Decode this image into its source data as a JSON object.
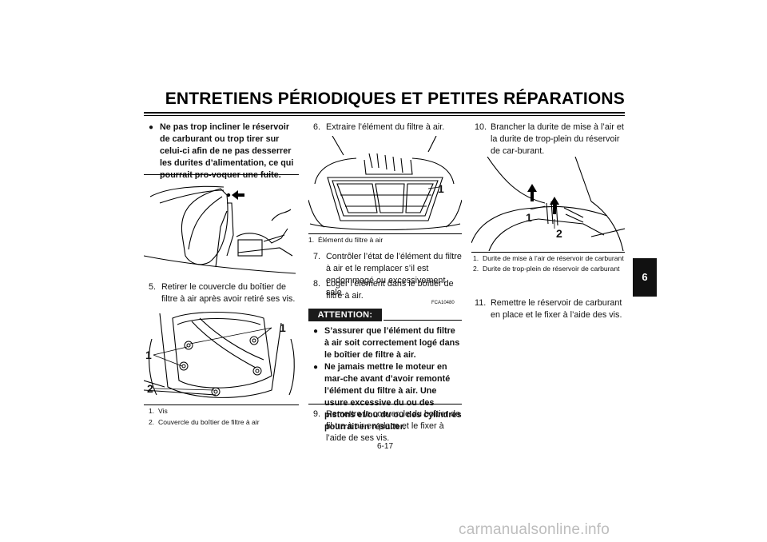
{
  "header": {
    "title": "ENTRETIENS PÉRIODIQUES ET PETITES RÉPARATIONS"
  },
  "warning": {
    "text": "Ne pas trop incliner le réservoir de carburant ou trop tirer sur celui-ci afin de ne pas desserrer les durites d’alimentation, ce qui pourrait pro-voquer une fuite."
  },
  "step5": {
    "num": "5.",
    "text": "Retirer le couvercle du boîtier de filtre à air après avoir retiré ses vis."
  },
  "fig_b": {
    "labels": [
      "1",
      "1",
      "2"
    ],
    "captions": [
      {
        "num": "1.",
        "text": "Vis"
      },
      {
        "num": "2.",
        "text": "Couvercle du boîtier de filtre à air"
      }
    ]
  },
  "step6": {
    "num": "6.",
    "text": "Extraire l’élément du filtre à air."
  },
  "fig_c": {
    "labels": [
      "1"
    ],
    "captions": [
      {
        "num": "1.",
        "text": "Élément du filtre à air"
      }
    ]
  },
  "step7": {
    "num": "7.",
    "text": "Contrôler l’état de l’élément du filtre à air et le remplacer s’il est endommagé ou excessivement sale."
  },
  "step8": {
    "num": "8.",
    "text": "Loger l’élément dans le boîtier de filtre à air."
  },
  "attention": {
    "code": "FCA10480",
    "label": "ATTENTION:",
    "bullets": [
      "S’assurer que l’élément du filtre à air soit correctement logé dans le boîtier de filtre à air.",
      "Ne jamais mettre le moteur en mar-che avant d’avoir remonté l’élément du filtre à air. Une usure excessive du ou des pistons et/ou du ou des cylindres pourrait en résulter."
    ]
  },
  "step9": {
    "num": "9.",
    "text": "Remettre le couvercle du boîtier de fil-tre à air en place et le fixer à l’aide de ses vis."
  },
  "step10": {
    "num": "10.",
    "text": "Brancher la durite de mise à l’air et la durite de trop-plein du réservoir de car-burant."
  },
  "fig_d": {
    "labels": [
      "1",
      "2"
    ],
    "captions": [
      {
        "num": "1.",
        "text": "Durite de mise à l’air de réservoir de carburant"
      },
      {
        "num": "2.",
        "text": "Durite de trop-plein de réservoir de carburant"
      }
    ]
  },
  "step11": {
    "num": "11.",
    "text": "Remettre le réservoir de carburant en place et le fixer à l’aide des vis."
  },
  "side_tab": {
    "label": "6"
  },
  "page": {
    "number": "6-17"
  },
  "watermark": {
    "text": "carmanualsonline.info"
  }
}
